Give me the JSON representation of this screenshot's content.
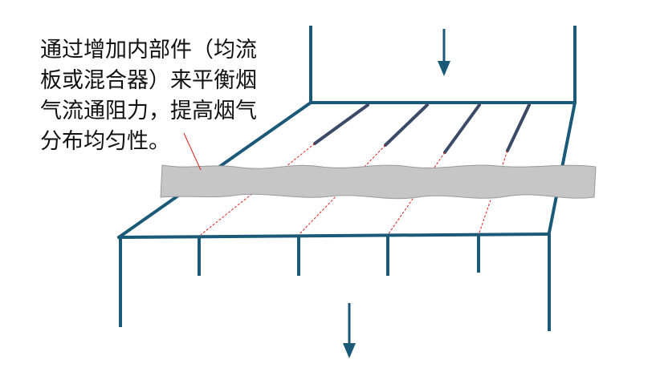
{
  "annotation": {
    "lines": [
      "通过增加内部件（均流",
      "板或混合器）来平衡烟",
      "气流通阻力，提高烟气",
      "分布均匀性。"
    ]
  },
  "colors": {
    "duct": "#1a5a78",
    "vane": "#3b4a66",
    "mixer_fill": "#c6c6c6",
    "mixer_stroke": "#9a9a9a",
    "leader": "#e02020",
    "guide": "#e02020",
    "text": "#111111"
  },
  "icons": {
    "inlet": "arrow-down-icon",
    "outlet": "arrow-down-icon"
  }
}
